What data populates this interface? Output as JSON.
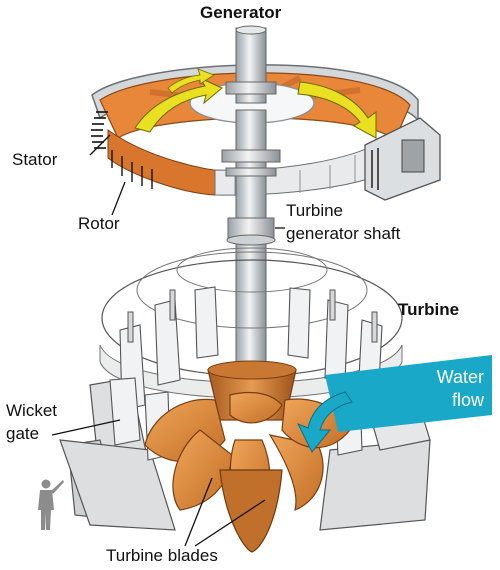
{
  "labels": {
    "generator": "Generator",
    "stator": "Stator",
    "rotor": "Rotor",
    "shaft_line1": "Turbine",
    "shaft_line2": "generator shaft",
    "turbine": "Turbine",
    "water_line1": "Water",
    "water_line2": "flow",
    "wicket_line1": "Wicket",
    "wicket_line2": "gate",
    "blades": "Turbine blades"
  },
  "colors": {
    "rotor_orange": "#E8863A",
    "blade_orange": "#D9853B",
    "arrow_yellow": "#E8E020",
    "water_blue": "#1AA8C9",
    "stator_grey": "#C9CCCF",
    "label_text": "#111111"
  },
  "icons": {
    "person": "person-pointing-icon",
    "flow_arrow": "curved-arrow-icon"
  }
}
